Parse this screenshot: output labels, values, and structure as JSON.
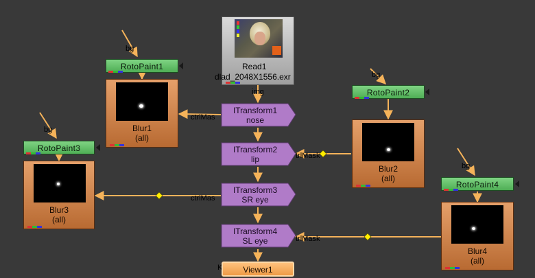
{
  "nodes": {
    "read1": {
      "name": "Read1",
      "file": "dlad_2048X1556.exr"
    },
    "rotopaint1": {
      "name": "RotoPaint1"
    },
    "rotopaint2": {
      "name": "RotoPaint2"
    },
    "rotopaint3": {
      "name": "RotoPaint3"
    },
    "rotopaint4": {
      "name": "RotoPaint4"
    },
    "blur1": {
      "name": "Blur1",
      "channels": "(all)"
    },
    "blur2": {
      "name": "Blur2",
      "channels": "(all)"
    },
    "blur3": {
      "name": "Blur3",
      "channels": "(all)"
    },
    "blur4": {
      "name": "Blur4",
      "channels": "(all)"
    },
    "itransform1": {
      "name": "ITransform1",
      "label": "nose"
    },
    "itransform2": {
      "name": "ITransform2",
      "label": "lip"
    },
    "itransform3": {
      "name": "ITransform3",
      "label": "SR eye"
    },
    "itransform4": {
      "name": "ITransform4",
      "label": "SL eye"
    },
    "viewer1": {
      "name": "Viewer1"
    }
  },
  "edge_labels": {
    "bg": "bg",
    "img": "img",
    "ctrlmask": "ctrlMask",
    "ctrlmask_partial_right": "ctrlMas",
    "ctrlmask_partial_left": "trlMask",
    "viewer_input": "K"
  },
  "colors": {
    "edge": "#f5b35a",
    "edge_dot": "#ffee00",
    "rotopaint": "#5fbf63",
    "blur": "#d7884c",
    "itransform": "#b07bc8",
    "viewer": "#f7ad5c",
    "canvas": "#393939"
  }
}
